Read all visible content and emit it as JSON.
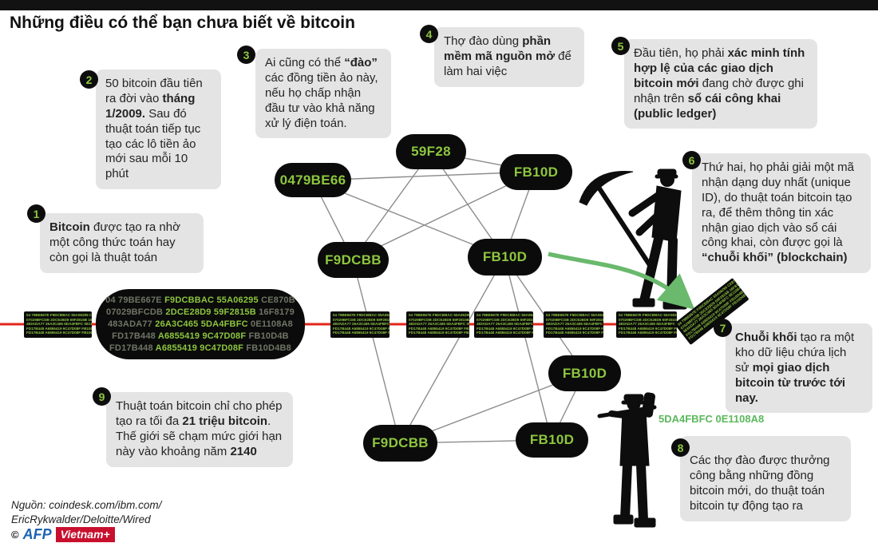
{
  "title": "Những điều có thể bạn chưa biết về bitcoin",
  "accent_colors": {
    "green": "#8DC63F",
    "red_line": "#E1251B",
    "arrow_green": "#6AB96D",
    "box_gray": "#E4E4E4",
    "afp_blue": "#1E63B0",
    "vietnamplus_red": "#C8102E"
  },
  "callouts": [
    {
      "num": "1",
      "segments": [
        {
          "t": "Bitcoin",
          "b": true
        },
        {
          "t": " được tạo ra nhờ một công thức toán hay còn gọi là thuật toán"
        }
      ]
    },
    {
      "num": "2",
      "segments": [
        {
          "t": "50 bitcoin đầu tiên ra đời vào "
        },
        {
          "t": "tháng 1/2009.",
          "b": true
        },
        {
          "t": " Sau đó thuật toán tiếp tục tạo các lô tiền ảo mới sau mỗi 10 phút"
        }
      ]
    },
    {
      "num": "3",
      "segments": [
        {
          "t": "Ai cũng có thể "
        },
        {
          "t": "“đào”",
          "b": true
        },
        {
          "t": " các đồng tiền ảo này, nếu họ chấp nhận đầu tư vào khả năng xử lý điện toán."
        }
      ]
    },
    {
      "num": "4",
      "segments": [
        {
          "t": "Thợ đào dùng "
        },
        {
          "t": "phần mềm mã nguồn mở",
          "b": true
        },
        {
          "t": " để làm hai việc"
        }
      ]
    },
    {
      "num": "5",
      "segments": [
        {
          "t": "Đầu tiên, họ phải "
        },
        {
          "t": "xác minh tính hợp lệ của các giao dịch bitcoin mới",
          "b": true
        },
        {
          "t": " đang chờ được ghi nhận trên "
        },
        {
          "t": "sổ cái công khai (public ledger)",
          "b": true
        }
      ]
    },
    {
      "num": "6",
      "segments": [
        {
          "t": "Thứ hai, họ phải giải một mã nhận dạng duy nhất (unique ID), do thuật toán bitcoin tạo ra, để thêm thông tin xác nhận giao dịch vào sổ cái công khai, còn được gọi là "
        },
        {
          "t": "“chuỗi khối” (blockchain)",
          "b": true
        }
      ]
    },
    {
      "num": "7",
      "segments": [
        {
          "t": "Chuỗi khối",
          "b": true
        },
        {
          "t": " tạo ra một kho dữ liệu chứa lịch sử "
        },
        {
          "t": "mọi giao dịch bitcoin từ trước tới nay.",
          "b": true
        }
      ]
    },
    {
      "num": "8",
      "segments": [
        {
          "t": "Các thợ đào được thưởng công bằng những đồng bitcoin mới, do thuật toán bitcoin tự động tạo ra"
        }
      ]
    },
    {
      "num": "9",
      "segments": [
        {
          "t": "Thuật toán bitcoin chỉ cho phép tạo ra tối đa "
        },
        {
          "t": "21 triệu bitcoin",
          "b": true
        },
        {
          "t": ". Thế giới sẽ chạm mức giới hạn này vào khoảng năm "
        },
        {
          "t": "2140",
          "b": true
        }
      ]
    }
  ],
  "network": {
    "node_labels": [
      "0479BE66",
      "59F28",
      "FB10D",
      "F9DCBB",
      "FB10D",
      "FB10D",
      "F9DCBB",
      "FB10D"
    ]
  },
  "chain": {
    "block_lines": [
      [
        {
          "t": "04 79BE667E ",
          "c": "dim"
        },
        {
          "t": "F9DCBBAC 55A06295",
          "c": "br"
        },
        {
          "t": " CE870B",
          "c": "dim"
        }
      ],
      [
        {
          "t": "07029BFCDB ",
          "c": "dim"
        },
        {
          "t": "2DCE28D9 59F2815B",
          "c": "br"
        },
        {
          "t": " 16F8179",
          "c": "dim"
        }
      ],
      [
        {
          "t": "483ADA77 ",
          "c": "dim"
        },
        {
          "t": "26A3C465 5DA4FBFC",
          "c": "br"
        },
        {
          "t": " 0E1108A8",
          "c": "dim"
        }
      ],
      [
        {
          "t": "FD17B448 ",
          "c": "dim"
        },
        {
          "t": "A6855419 9C47D08F",
          "c": "br"
        },
        {
          "t": " FB10D4B",
          "c": "dim"
        }
      ],
      [
        {
          "t": "FD17B448 ",
          "c": "dim"
        },
        {
          "t": "A6855419 9C47D08F",
          "c": "br"
        },
        {
          "t": " FB10D4B8",
          "c": "dim"
        }
      ]
    ],
    "mini_lines": [
      "04 79BE667E F9DCBBAC 55A06295 CE870B",
      "07029BFCDB 2DCE28D9 59F2815B 16F8179",
      "483ADA77 26A3C465 5DA4FBFC 0E1108A8",
      "FD17B448 A6855419 9C47D08F FB10D4B",
      "FD17B448 A6855419 9C47D08F FB10D4B8"
    ],
    "reward_hash": "5DA4FBFC 0E1108A8"
  },
  "footer": {
    "source_line1": "Nguồn: coindesk.com/ibm.com/",
    "source_line2": "EricRykwalder/Deloitte/Wired",
    "copyright": "©",
    "afp": "AFP",
    "vietnamplus": "Vietnam+"
  }
}
